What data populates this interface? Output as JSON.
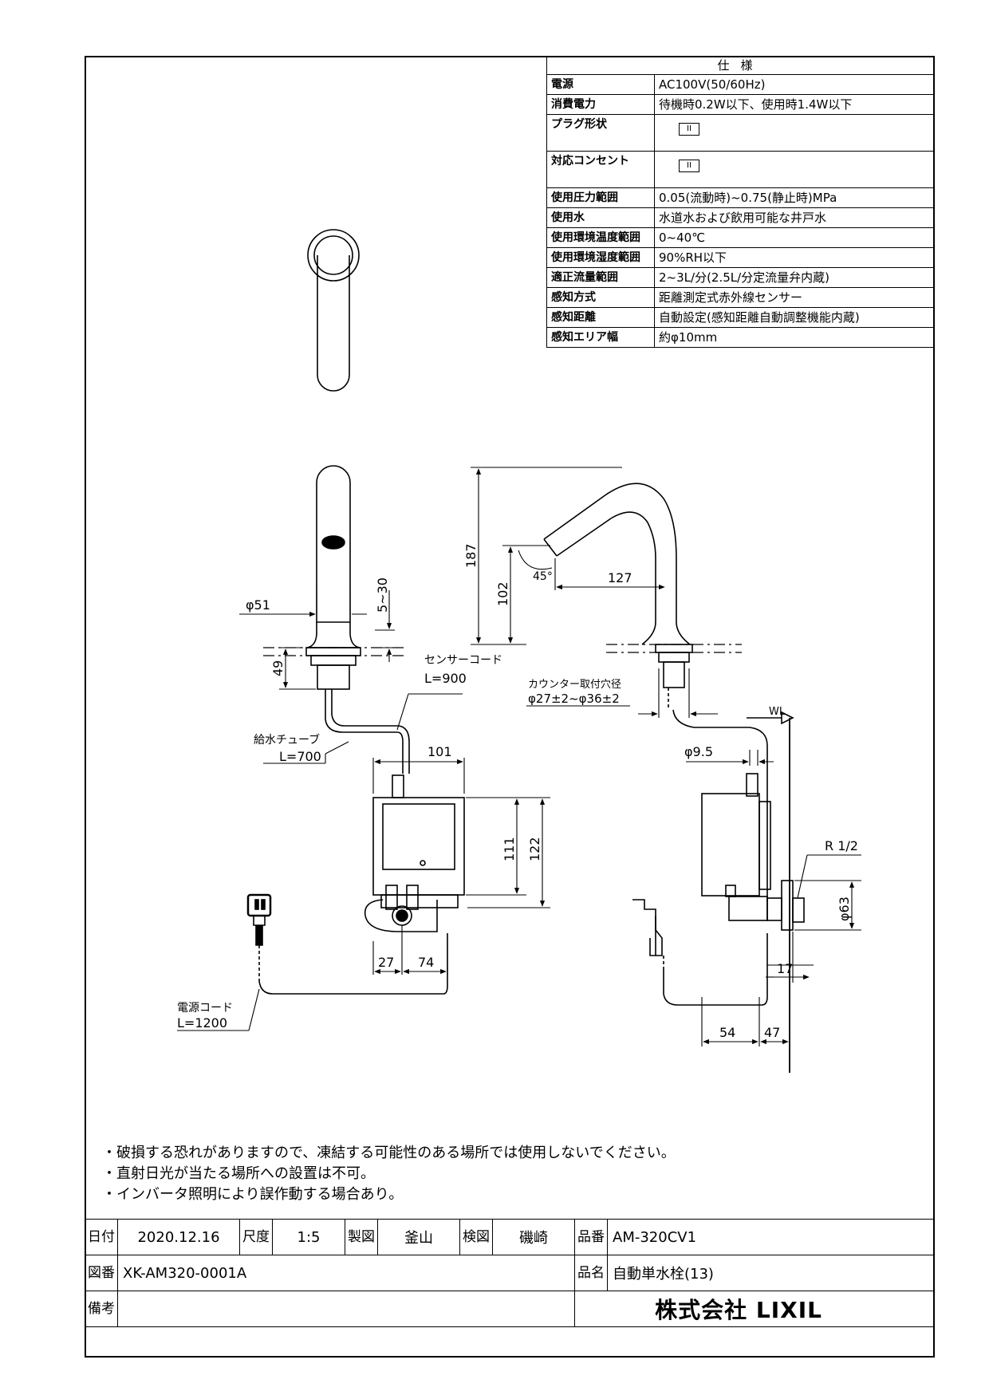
{
  "spec": {
    "header": "仕様",
    "rows": [
      {
        "label": "電源",
        "value": "AC100V(50/60Hz)"
      },
      {
        "label": "消費電力",
        "value": "待機時0.2W以下、使用時1.4W以下"
      },
      {
        "label": "プラグ形状",
        "value": "",
        "plug": "II"
      },
      {
        "label": "対応コンセント",
        "value": "",
        "plug": "II"
      },
      {
        "label": "使用圧力範囲",
        "value": "0.05(流動時)~0.75(静止時)MPa"
      },
      {
        "label": "使用水",
        "value": "水道水および飲用可能な井戸水"
      },
      {
        "label": "使用環境温度範囲",
        "value": "0~40℃"
      },
      {
        "label": "使用環境湿度範囲",
        "value": "90%RH以下"
      },
      {
        "label": "適正流量範囲",
        "value": "2~3L/分(2.5L/分定流量弁内蔵)"
      },
      {
        "label": "感知方式",
        "value": "距離測定式赤外線センサー"
      },
      {
        "label": "感知距離",
        "value": "自動設定(感知距離自動調整機能内蔵)"
      },
      {
        "label": "感知エリア幅",
        "value": "約φ10mm"
      }
    ]
  },
  "dims": {
    "d51": "φ51",
    "d5_30": "5~30",
    "d49": "49",
    "d187": "187",
    "d102": "102",
    "d45": "45°",
    "d127": "127",
    "sensor_cord": "センサーコード",
    "sensor_len": "L=900",
    "counter_hole": "カウンター取付穴径",
    "counter_val": "φ27±2~φ36±2",
    "wl": "WL",
    "tube": "給水チューブ",
    "tube_len": "L=700",
    "d101": "101",
    "d95": "φ9.5",
    "d111": "111",
    "d122": "122",
    "r12": "R 1/2",
    "d63": "φ63",
    "d27": "27",
    "d74": "74",
    "d17": "17",
    "power_cord": "電源コード",
    "power_len": "L=1200",
    "d54": "54",
    "d47": "47"
  },
  "notes": [
    "・破損する恐れがありますので、凍結する可能性のある場所では使用しないでください。",
    "・直射日光が当たる場所への設置は不可。",
    "・インバータ照明により誤作動する場合あり。"
  ],
  "titleblock": {
    "date_label": "日付",
    "date": "2020.12.16",
    "scale_label": "尺度",
    "scale": "1:5",
    "drawn_label": "製図",
    "drawn": "釜山",
    "checked_label": "検図",
    "checked": "磯崎",
    "part_no_label": "品番",
    "part_no": "AM-320CV1",
    "drawing_no_label": "図番",
    "drawing_no": "XK-AM320-0001A",
    "part_name_label": "品名",
    "part_name": "自動単水栓(13)",
    "remarks_label": "備考",
    "company": "株式会社 LIXIL"
  }
}
